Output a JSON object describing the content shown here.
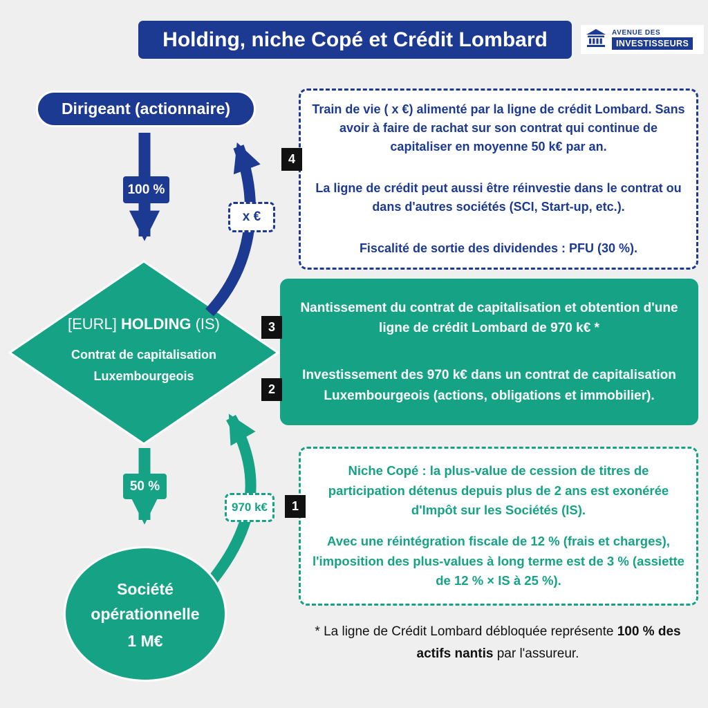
{
  "colors": {
    "blue": "#1d3a92",
    "teal": "#16a385",
    "badge_black": "#111111",
    "background": "#efeff0"
  },
  "header": {
    "title": "Holding, niche Copé et Crédit Lombard",
    "logo": {
      "line1": "AVENUE DES",
      "line2": "INVESTISSEURS"
    }
  },
  "flow": {
    "dirigeant": "Dirigeant (actionnaire)",
    "pct100": "100 %",
    "pct50": "50 %",
    "x_euro": "x €",
    "credit_970": "970 k€",
    "holding_prefix": "[EURL] ",
    "holding_name": "HOLDING",
    "holding_suffix": " (IS)",
    "holding_sub": "Contrat de capitalisation Luxembourgeois",
    "societe_name": "Société opérationnelle",
    "societe_value": "1 M€"
  },
  "steps": {
    "s4": {
      "badge": "4",
      "p1": "Train de vie ( x €) alimenté par la ligne de crédit Lombard. Sans avoir à faire de rachat sur son contrat qui continue de capitaliser en moyenne 50 k€ par an.",
      "p2": "La ligne de crédit peut aussi être réinvestie dans le contrat ou dans d'autres sociétés (SCI, Start-up, etc.).",
      "p3": "Fiscalité de sortie des dividendes : PFU (30 %)."
    },
    "s23": {
      "badge3": "3",
      "badge2": "2",
      "p_nantissement": "Nantissement du contrat de capitalisation et obtention d'une ligne de crédit Lombard de 970 k€ *",
      "p_investissement": "Investissement des 970 k€ dans un contrat de capitalisation Luxembourgeois (actions, obligations et immobilier)."
    },
    "s1": {
      "badge": "1",
      "p1": "Niche Copé : la plus-value de cession de titres de participation détenus depuis plus de 2 ans est exonérée d'Impôt sur les Sociétés (IS).",
      "p2": "Avec une réintégration fiscale de 12 % (frais et charges), l'imposition des plus-values à long terme est de 3 % (assiette de 12 % × IS à 25 %)."
    }
  },
  "footnote": {
    "pre": "* La ligne de Crédit Lombard débloquée représente ",
    "bold": "100 % des actifs nantis",
    "post": " par l'assureur."
  }
}
